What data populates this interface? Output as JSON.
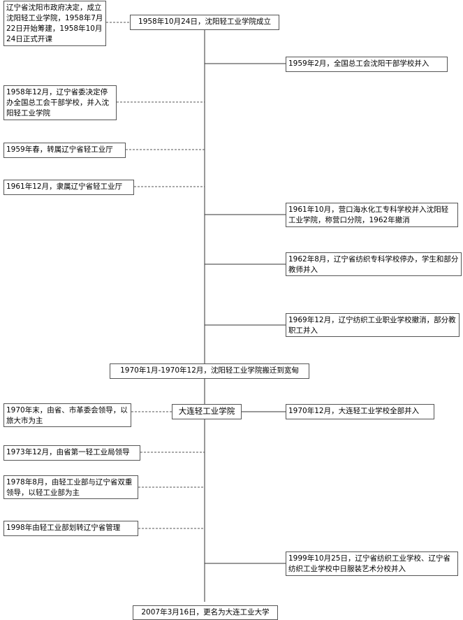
{
  "timeline": {
    "top_event": "1958年10月24日，沈阳轻工业学院成立",
    "middle_event": "1970年1月-1970年12月，沈阳轻工业学院搬迁到宽甸",
    "renamed_node": "大连轻工业学院",
    "final_event": "2007年3月16日，更名为大连工业大学",
    "left_events": [
      "辽宁省沈阳市政府决定，成立沈阳轻工业学院，1958年7月22日开始筹建，1958年10月24日正式开课",
      "1958年12月，辽宁省委决定停办全国总工会干部学校，并入沈阳轻工业学院",
      "1959年春，转属辽宁省轻工业厅",
      "1961年12月，隶属辽宁省轻工业厅",
      "1970年末，由省、市革委会领导，以旅大市为主",
      "1973年12月，由省第一轻工业局领导",
      "1978年8月，由轻工业部与辽宁省双重领导，以轻工业部为主",
      "1998年由轻工业部划转辽宁省管理"
    ],
    "right_events": [
      "1959年2月，全国总工会沈阳干部学校并入",
      "1961年10月，营口海水化工专科学校并入沈阳轻工业学院，称营口分院，1962年撤消",
      "1962年8月，辽宁省纺织专科学校停办，学生和部分教师并入",
      "1969年12月，辽宁纺织工业职业学校撤消，部分教职工并入",
      "1970年12月，大连轻工业学校全部并入",
      "1999年10月25日，辽宁省纺织工业学校、辽宁省纺织工业学校中日服装艺术分校并入"
    ]
  }
}
